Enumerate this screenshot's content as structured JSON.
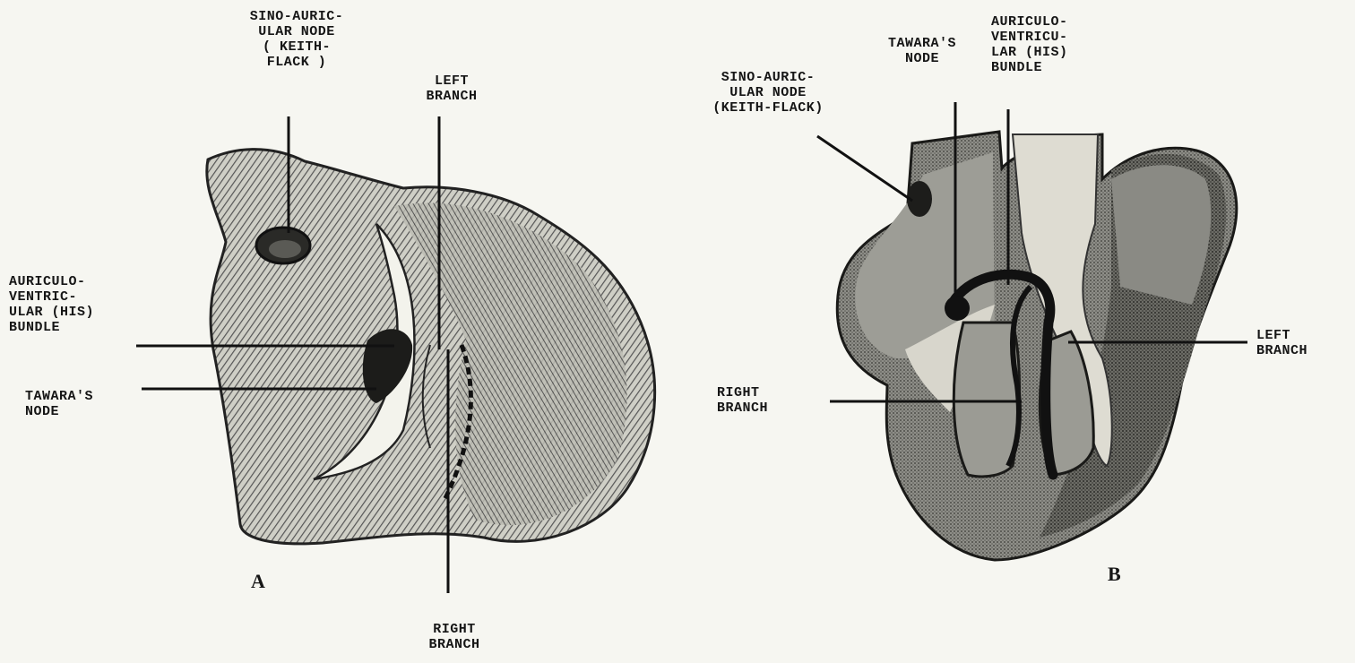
{
  "figure_a": {
    "letter": "A",
    "labels": {
      "sa_node": "SINO-AURIC-\nULAR NODE\n( KEITH-\nFLACK )",
      "left_branch": "LEFT\nBRANCH",
      "his_bundle": "AURICULO-\nVENTRIC-\nULAR (HIS)\nBUNDLE",
      "tawara": "TAWARA'S\nNODE",
      "right_branch": "RIGHT\nBRANCH"
    }
  },
  "figure_b": {
    "letter": "B",
    "labels": {
      "sa_node": "SINO-AURIC-\nULAR NODE\n(KEITH-FLACK)",
      "tawara": "TAWARA'S\nNODE",
      "his_bundle": "AURICULO-\nVENTRICU-\nLAR (HIS)\nBUNDLE",
      "left_branch": "LEFT\nBRANCH",
      "right_branch": "RIGHT\nBRANCH"
    }
  },
  "colors": {
    "ink": "#161616",
    "paper": "#f6f6f1",
    "tissue": "#9a9a92",
    "dark": "#4a4a46",
    "light": "#d8d8d0"
  }
}
